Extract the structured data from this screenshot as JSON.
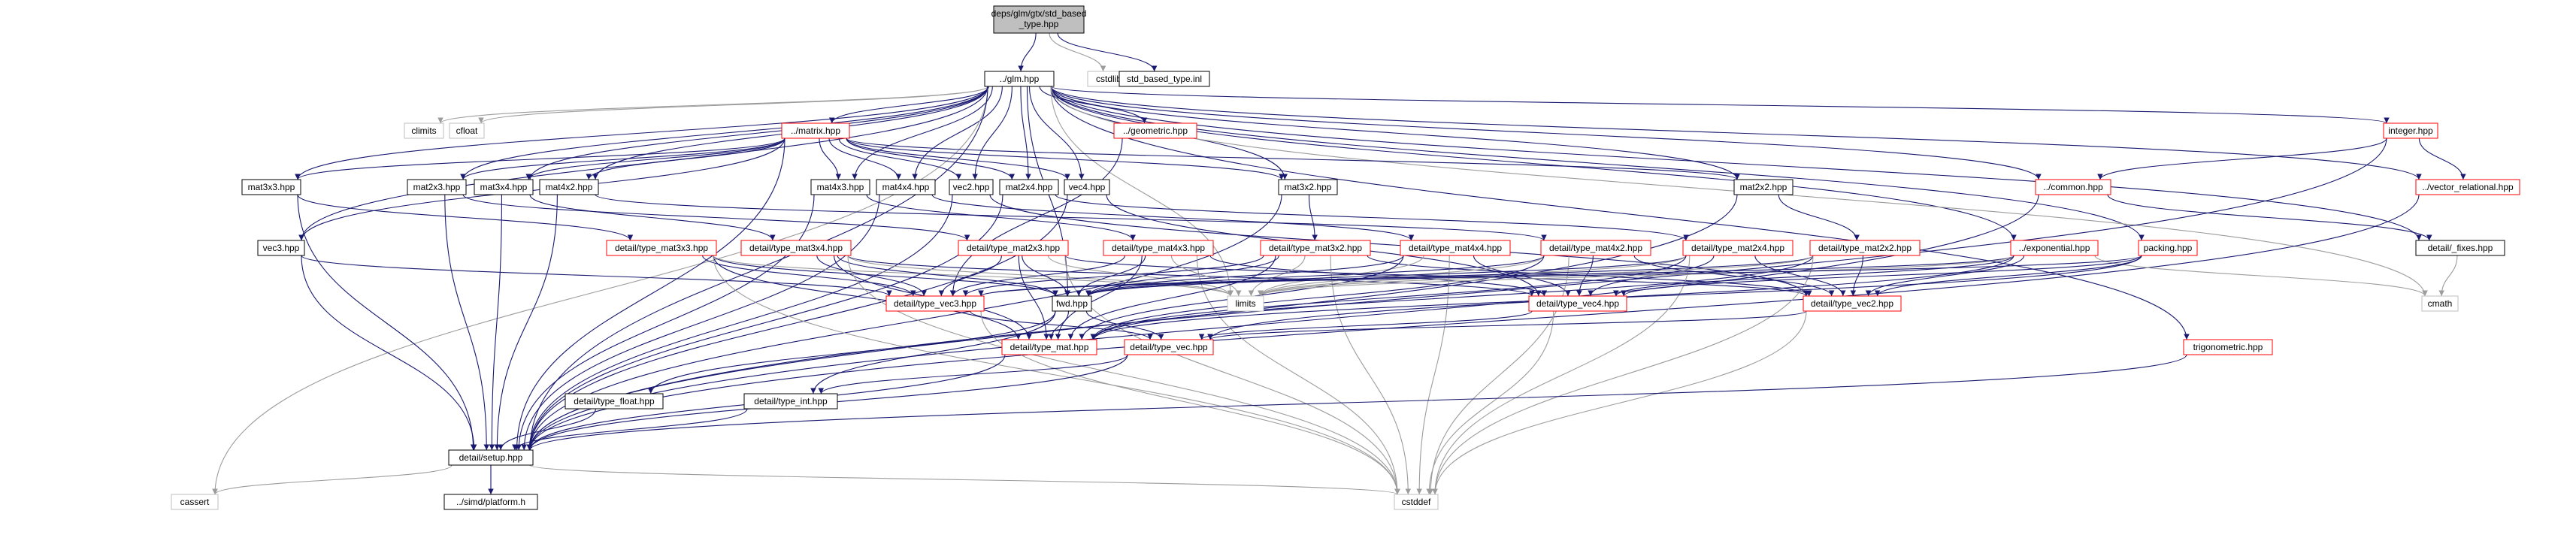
{
  "colors": {
    "edge": "#191970",
    "edge_dashed": "#9c9c9c",
    "node_root_fill": "#bfbfbf",
    "node_normal_fill": "#ffffff",
    "border_black": "#000000",
    "border_red": "#ff0000",
    "border_gray": "#bfbfbf"
  },
  "nodes": [
    {
      "id": "root",
      "label": "deps/glm/gtx/std_based_type.hpp",
      "lines": [
        "deps/glm/gtx/std_based",
        "_type.hpp"
      ],
      "style": "root"
    },
    {
      "id": "glm",
      "label": "../glm.hpp",
      "style": "black"
    },
    {
      "id": "cstdlib",
      "label": "cstdlib",
      "style": "gray"
    },
    {
      "id": "stdinl",
      "label": "std_based_type.inl",
      "style": "black"
    },
    {
      "id": "climits",
      "label": "climits",
      "style": "gray"
    },
    {
      "id": "cfloat",
      "label": "cfloat",
      "style": "gray"
    },
    {
      "id": "matrix",
      "label": "../matrix.hpp",
      "style": "red"
    },
    {
      "id": "geometric",
      "label": "../geometric.hpp",
      "style": "red"
    },
    {
      "id": "integer",
      "label": "integer.hpp",
      "style": "red"
    },
    {
      "id": "mat3x3",
      "label": "mat3x3.hpp",
      "style": "black"
    },
    {
      "id": "mat2x3",
      "label": "mat2x3.hpp",
      "style": "black"
    },
    {
      "id": "mat3x4",
      "label": "mat3x4.hpp",
      "style": "black"
    },
    {
      "id": "mat4x2",
      "label": "mat4x2.hpp",
      "style": "black"
    },
    {
      "id": "mat4x3",
      "label": "mat4x3.hpp",
      "style": "black"
    },
    {
      "id": "mat4x4",
      "label": "mat4x4.hpp",
      "style": "black"
    },
    {
      "id": "vec2",
      "label": "vec2.hpp",
      "style": "black"
    },
    {
      "id": "mat2x4",
      "label": "mat2x4.hpp",
      "style": "black"
    },
    {
      "id": "vec4",
      "label": "vec4.hpp",
      "style": "black"
    },
    {
      "id": "mat3x2",
      "label": "mat3x2.hpp",
      "style": "black"
    },
    {
      "id": "mat2x2",
      "label": "mat2x2.hpp",
      "style": "black"
    },
    {
      "id": "common",
      "label": "../common.hpp",
      "style": "red"
    },
    {
      "id": "vecrel",
      "label": "../vector_relational.hpp",
      "style": "red"
    },
    {
      "id": "vec3",
      "label": "vec3.hpp",
      "style": "black"
    },
    {
      "id": "tmat3x3",
      "label": "detail/type_mat3x3.hpp",
      "style": "red"
    },
    {
      "id": "tmat3x4",
      "label": "detail/type_mat3x4.hpp",
      "style": "red"
    },
    {
      "id": "tmat2x3",
      "label": "detail/type_mat2x3.hpp",
      "style": "red"
    },
    {
      "id": "tmat4x3",
      "label": "detail/type_mat4x3.hpp",
      "style": "red"
    },
    {
      "id": "tmat3x2",
      "label": "detail/type_mat3x2.hpp",
      "style": "red"
    },
    {
      "id": "tmat4x4",
      "label": "detail/type_mat4x4.hpp",
      "style": "red"
    },
    {
      "id": "tmat4x2",
      "label": "detail/type_mat4x2.hpp",
      "style": "red"
    },
    {
      "id": "tmat2x4",
      "label": "detail/type_mat2x4.hpp",
      "style": "red"
    },
    {
      "id": "tmat2x2",
      "label": "detail/type_mat2x2.hpp",
      "style": "red"
    },
    {
      "id": "exponential",
      "label": "../exponential.hpp",
      "style": "red"
    },
    {
      "id": "packing",
      "label": "packing.hpp",
      "style": "red"
    },
    {
      "id": "fixes",
      "label": "detail/_fixes.hpp",
      "style": "black"
    },
    {
      "id": "tvec3",
      "label": "detail/type_vec3.hpp",
      "style": "red"
    },
    {
      "id": "fwd",
      "label": "fwd.hpp",
      "style": "black"
    },
    {
      "id": "limits",
      "label": "limits",
      "style": "gray"
    },
    {
      "id": "tvec4",
      "label": "detail/type_vec4.hpp",
      "style": "red"
    },
    {
      "id": "tvec2",
      "label": "detail/type_vec2.hpp",
      "style": "red"
    },
    {
      "id": "cmath",
      "label": "cmath",
      "style": "gray"
    },
    {
      "id": "tmat",
      "label": "detail/type_mat.hpp",
      "style": "red"
    },
    {
      "id": "tvec",
      "label": "detail/type_vec.hpp",
      "style": "red"
    },
    {
      "id": "trig",
      "label": "trigonometric.hpp",
      "style": "red"
    },
    {
      "id": "tfloat",
      "label": "detail/type_float.hpp",
      "style": "black"
    },
    {
      "id": "tint",
      "label": "detail/type_int.hpp",
      "style": "black"
    },
    {
      "id": "setup",
      "label": "detail/setup.hpp",
      "style": "black"
    },
    {
      "id": "cassert",
      "label": "cassert",
      "style": "gray"
    },
    {
      "id": "platform",
      "label": "../simd/platform.h",
      "style": "black"
    },
    {
      "id": "cstddef",
      "label": "cstddef",
      "style": "gray"
    }
  ],
  "edges": [
    [
      "root",
      "glm",
      0
    ],
    [
      "root",
      "cstdlib",
      1
    ],
    [
      "root",
      "stdinl",
      0
    ],
    [
      "glm",
      "climits",
      1
    ],
    [
      "glm",
      "cfloat",
      1
    ],
    [
      "glm",
      "matrix",
      0
    ],
    [
      "glm",
      "geometric",
      0
    ],
    [
      "glm",
      "integer",
      0
    ],
    [
      "glm",
      "mat3x3",
      0
    ],
    [
      "glm",
      "mat2x3",
      0
    ],
    [
      "glm",
      "mat3x4",
      0
    ],
    [
      "glm",
      "mat4x2",
      0
    ],
    [
      "glm",
      "mat4x3",
      0
    ],
    [
      "glm",
      "mat4x4",
      0
    ],
    [
      "glm",
      "vec2",
      0
    ],
    [
      "glm",
      "mat2x4",
      0
    ],
    [
      "glm",
      "vec4",
      0
    ],
    [
      "glm",
      "mat3x2",
      0
    ],
    [
      "glm",
      "mat2x2",
      0
    ],
    [
      "glm",
      "common",
      0
    ],
    [
      "glm",
      "vecrel",
      0
    ],
    [
      "glm",
      "vec3",
      0
    ],
    [
      "glm",
      "exponential",
      0
    ],
    [
      "glm",
      "packing",
      0
    ],
    [
      "glm",
      "fixes",
      0
    ],
    [
      "glm",
      "trig",
      0
    ],
    [
      "glm",
      "limits",
      1
    ],
    [
      "glm",
      "cmath",
      1
    ],
    [
      "glm",
      "cassert",
      1
    ],
    [
      "glm",
      "setup",
      0
    ],
    [
      "glm",
      "fwd",
      0
    ],
    [
      "matrix",
      "mat3x3",
      0
    ],
    [
      "matrix",
      "mat2x3",
      0
    ],
    [
      "matrix",
      "mat3x4",
      0
    ],
    [
      "matrix",
      "mat4x2",
      0
    ],
    [
      "matrix",
      "mat4x3",
      0
    ],
    [
      "matrix",
      "mat4x4",
      0
    ],
    [
      "matrix",
      "vec2",
      0
    ],
    [
      "matrix",
      "mat2x4",
      0
    ],
    [
      "matrix",
      "vec4",
      0
    ],
    [
      "matrix",
      "mat3x2",
      0
    ],
    [
      "matrix",
      "mat2x2",
      0
    ],
    [
      "matrix",
      "vec3",
      0
    ],
    [
      "matrix",
      "setup",
      0
    ],
    [
      "geometric",
      "tvec3",
      0
    ],
    [
      "integer",
      "common",
      0
    ],
    [
      "integer",
      "vecrel",
      0
    ],
    [
      "integer",
      "setup",
      0
    ],
    [
      "common",
      "fixes",
      0
    ],
    [
      "common",
      "setup",
      0
    ],
    [
      "vecrel",
      "setup",
      0
    ],
    [
      "mat3x3",
      "tmat3x3",
      0
    ],
    [
      "mat3x3",
      "setup",
      0
    ],
    [
      "mat2x3",
      "tmat2x3",
      0
    ],
    [
      "mat2x3",
      "setup",
      0
    ],
    [
      "mat3x4",
      "tmat3x4",
      0
    ],
    [
      "mat3x4",
      "setup",
      0
    ],
    [
      "mat4x2",
      "tmat4x2",
      0
    ],
    [
      "mat4x2",
      "setup",
      0
    ],
    [
      "mat4x3",
      "tmat4x3",
      0
    ],
    [
      "mat4x3",
      "setup",
      0
    ],
    [
      "mat4x4",
      "tmat4x4",
      0
    ],
    [
      "mat4x4",
      "setup",
      0
    ],
    [
      "vec2",
      "tvec2",
      0
    ],
    [
      "vec2",
      "setup",
      0
    ],
    [
      "mat2x4",
      "tmat2x4",
      0
    ],
    [
      "mat2x4",
      "setup",
      0
    ],
    [
      "vec4",
      "tvec4",
      0
    ],
    [
      "vec4",
      "setup",
      0
    ],
    [
      "mat3x2",
      "tmat3x2",
      0
    ],
    [
      "mat3x2",
      "setup",
      0
    ],
    [
      "mat2x2",
      "tmat2x2",
      0
    ],
    [
      "mat2x2",
      "setup",
      0
    ],
    [
      "vec3",
      "tvec3",
      0
    ],
    [
      "vec3",
      "setup",
      0
    ],
    [
      "tmat3x3",
      "fwd",
      0
    ],
    [
      "tmat3x3",
      "tvec3",
      0
    ],
    [
      "tmat3x3",
      "limits",
      1
    ],
    [
      "tmat3x3",
      "tmat",
      0
    ],
    [
      "tmat3x3",
      "cstddef",
      1
    ],
    [
      "tmat3x4",
      "fwd",
      0
    ],
    [
      "tmat3x4",
      "tvec3",
      0
    ],
    [
      "tmat3x4",
      "tvec4",
      0
    ],
    [
      "tmat3x4",
      "limits",
      1
    ],
    [
      "tmat3x4",
      "tmat",
      0
    ],
    [
      "tmat3x4",
      "cstddef",
      1
    ],
    [
      "tmat2x3",
      "fwd",
      0
    ],
    [
      "tmat2x3",
      "tvec2",
      0
    ],
    [
      "tmat2x3",
      "tvec3",
      0
    ],
    [
      "tmat2x3",
      "limits",
      1
    ],
    [
      "tmat2x3",
      "tmat",
      0
    ],
    [
      "tmat2x3",
      "cstddef",
      1
    ],
    [
      "tmat4x3",
      "fwd",
      0
    ],
    [
      "tmat4x3",
      "tvec3",
      0
    ],
    [
      "tmat4x3",
      "tvec4",
      0
    ],
    [
      "tmat4x3",
      "limits",
      1
    ],
    [
      "tmat4x3",
      "tmat",
      0
    ],
    [
      "tmat4x3",
      "cstddef",
      1
    ],
    [
      "tmat3x2",
      "fwd",
      0
    ],
    [
      "tmat3x2",
      "tvec2",
      0
    ],
    [
      "tmat3x2",
      "tvec3",
      0
    ],
    [
      "tmat3x2",
      "limits",
      1
    ],
    [
      "tmat3x2",
      "tmat",
      0
    ],
    [
      "tmat3x2",
      "cstddef",
      1
    ],
    [
      "tmat4x4",
      "fwd",
      0
    ],
    [
      "tmat4x4",
      "tvec4",
      0
    ],
    [
      "tmat4x4",
      "limits",
      1
    ],
    [
      "tmat4x4",
      "tmat",
      0
    ],
    [
      "tmat4x4",
      "cstddef",
      1
    ],
    [
      "tmat4x2",
      "fwd",
      0
    ],
    [
      "tmat4x2",
      "tvec2",
      0
    ],
    [
      "tmat4x2",
      "tvec4",
      0
    ],
    [
      "tmat4x2",
      "limits",
      1
    ],
    [
      "tmat4x2",
      "tmat",
      0
    ],
    [
      "tmat4x2",
      "cstddef",
      1
    ],
    [
      "tmat2x4",
      "fwd",
      0
    ],
    [
      "tmat2x4",
      "tvec2",
      0
    ],
    [
      "tmat2x4",
      "tvec4",
      0
    ],
    [
      "tmat2x4",
      "limits",
      1
    ],
    [
      "tmat2x4",
      "tmat",
      0
    ],
    [
      "tmat2x4",
      "cstddef",
      1
    ],
    [
      "tmat2x2",
      "fwd",
      0
    ],
    [
      "tmat2x2",
      "tvec2",
      0
    ],
    [
      "tmat2x2",
      "limits",
      1
    ],
    [
      "tmat2x2",
      "tmat",
      0
    ],
    [
      "tmat2x2",
      "cstddef",
      1
    ],
    [
      "exponential",
      "tvec2",
      0
    ],
    [
      "exponential",
      "tvec3",
      0
    ],
    [
      "exponential",
      "tvec4",
      0
    ],
    [
      "exponential",
      "cmath",
      1
    ],
    [
      "exponential",
      "limits",
      1
    ],
    [
      "exponential",
      "tvec",
      0
    ],
    [
      "packing",
      "tvec2",
      0
    ],
    [
      "packing",
      "tvec3",
      0
    ],
    [
      "packing",
      "tvec4",
      0
    ],
    [
      "packing",
      "tmat",
      0
    ],
    [
      "fixes",
      "cmath",
      1
    ],
    [
      "tvec3",
      "tvec",
      0
    ],
    [
      "tvec3",
      "cstddef",
      1
    ],
    [
      "tvec4",
      "tvec",
      0
    ],
    [
      "tvec4",
      "cstddef",
      1
    ],
    [
      "tvec2",
      "tvec",
      0
    ],
    [
      "tvec2",
      "cstddef",
      1
    ],
    [
      "fwd",
      "tint",
      0
    ],
    [
      "fwd",
      "tfloat",
      0
    ],
    [
      "fwd",
      "tvec",
      0
    ],
    [
      "fwd",
      "tmat",
      0
    ],
    [
      "tvec",
      "tint",
      0
    ],
    [
      "tvec",
      "setup",
      0
    ],
    [
      "tmat",
      "setup",
      0
    ],
    [
      "trig",
      "setup",
      0
    ],
    [
      "tfloat",
      "setup",
      0
    ],
    [
      "tint",
      "setup",
      0
    ],
    [
      "setup",
      "cassert",
      1
    ],
    [
      "setup",
      "platform",
      0
    ],
    [
      "setup",
      "cstddef",
      1
    ]
  ]
}
